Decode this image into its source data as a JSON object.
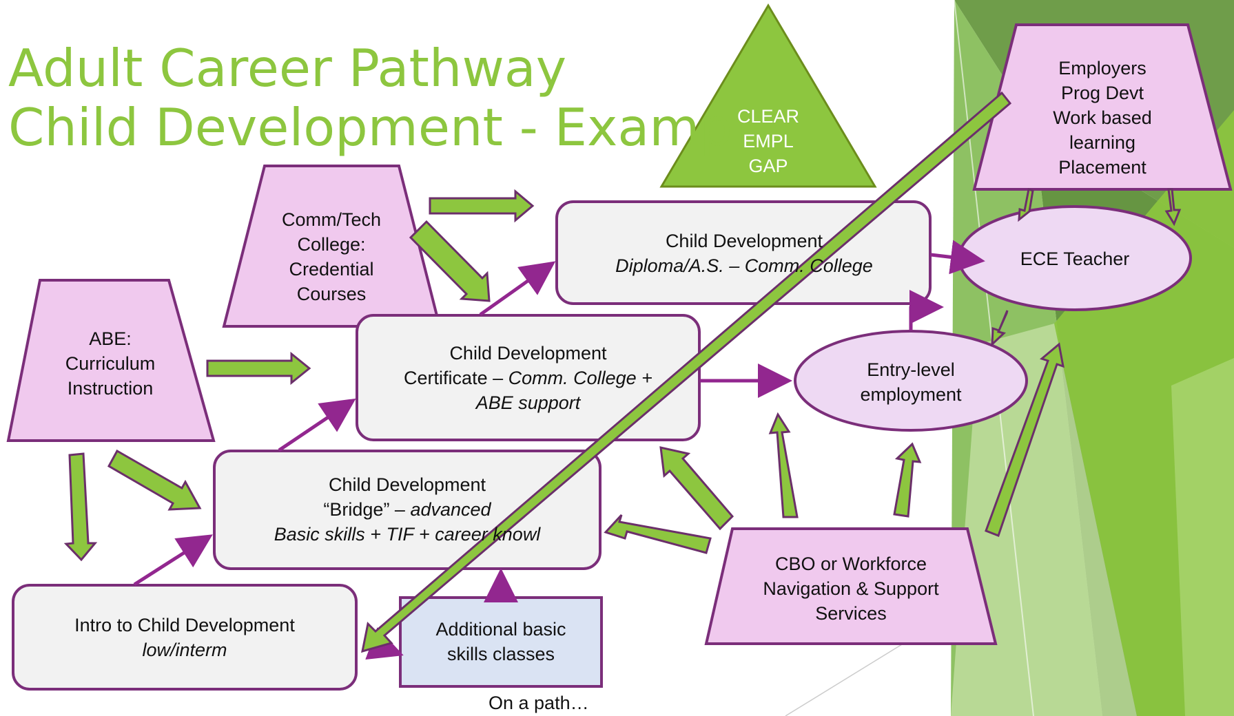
{
  "title": {
    "line1": "Adult Career Pathway",
    "line2": "Child Development - Example"
  },
  "colors": {
    "title": "#8dc63f",
    "arrow_green": "#8dc63f",
    "arrow_purple": "#92278f",
    "trapezoid_fill": "#f0c9ee",
    "ellipse_fill": "#eed9f3",
    "box_fill": "#f2f2f2",
    "basic_skills_fill": "#dae3f3",
    "triangle_fill": "#8dc63f"
  },
  "nodes": {
    "abe": {
      "line1": "ABE:",
      "line2": "Curriculum",
      "line3": "Instruction"
    },
    "comm_tech": {
      "line1": "Comm/Tech",
      "line2": "College:",
      "line3": "Credential",
      "line4": "Courses"
    },
    "clear_gap": {
      "line1": "CLEAR",
      "line2": "EMPL",
      "line3": "GAP"
    },
    "employers": {
      "line1": "Employers",
      "line2": "Prog Devt",
      "line3": "Work based",
      "line4": "learning",
      "line5": "Placement"
    },
    "diploma": {
      "line1": "Child Development",
      "line2": "Diploma/A.S. – Comm. College"
    },
    "certificate": {
      "line1": "Child Development",
      "line2_plain": "Certificate – ",
      "line2_italic": "Comm. College +",
      "line3": "ABE support"
    },
    "bridge": {
      "line1": "Child Development",
      "line2_plain": "“Bridge” – ",
      "line2_italic": "advanced",
      "line3": "Basic skills + TIF + career knowl"
    },
    "intro": {
      "line1": "Intro to Child Development",
      "line2": "low/interm"
    },
    "basic_skills": {
      "line1": "Additional basic",
      "line2": "skills classes"
    },
    "cbo": {
      "line1": "CBO or Workforce",
      "line2": "Navigation & Support",
      "line3": "Services"
    },
    "ece_teacher": {
      "line1": "ECE Teacher"
    },
    "entry_level": {
      "line1": "Entry-level",
      "line2": "employment"
    }
  },
  "caption": "On a path…"
}
